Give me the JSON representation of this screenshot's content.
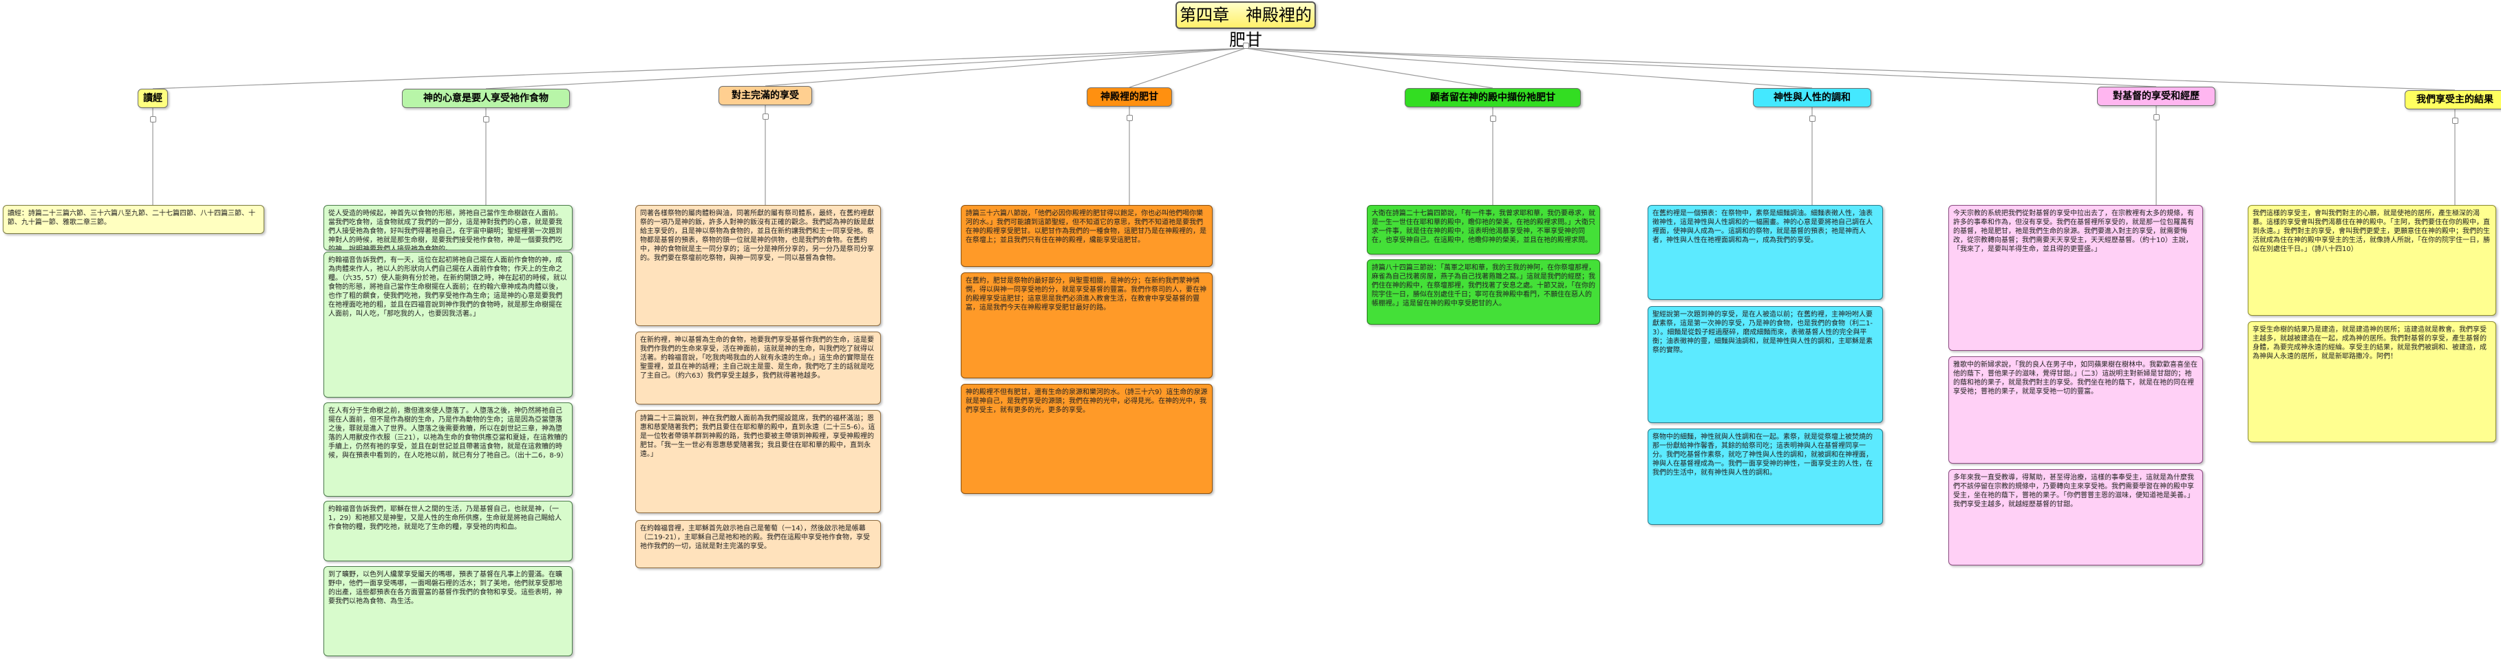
{
  "title": "第四章　神殿裡的肥甘",
  "categories": [
    {
      "id": "c0",
      "label": "讀經",
      "color": "#ffff80"
    },
    {
      "id": "c1",
      "label": "神的心意是要人享受祂作食物",
      "color": "#b8f5a8"
    },
    {
      "id": "c2",
      "label": "對主完滿的享受",
      "color": "#ffcf90"
    },
    {
      "id": "c3",
      "label": "神殿裡的肥甘",
      "color": "#ff9010"
    },
    {
      "id": "c4",
      "label": "願者留在神的殿中擷份祂肥甘",
      "color": "#33dd22"
    },
    {
      "id": "c5",
      "label": "神性與人性的調和",
      "color": "#44e8ff"
    },
    {
      "id": "c6",
      "label": "對基督的享受和經歷",
      "color": "#ffb6f0"
    },
    {
      "id": "c7",
      "label": "我們享受主的結果",
      "color": "#ffff60"
    }
  ],
  "notes": {
    "c0": [
      "讀經：詩篇二十三篇六節、三十六篇八至九節、二十七篇四節、八十四篇三節、十節、九十篇一節、雅歌二章三節。"
    ],
    "c1": [
      "從人受造的時候起，神首先以食物的形態，將祂自己當作生命樹啟在人面前。當我們吃食物，這食物就成了我們的一部分，這是神對我們的心意，就是要我們人接受祂為食物，好叫我們得著祂自己，在宇宙中顯明；聖經裡第一次題到神對人的時候，祂就是那生命樹，是要我們接受祂作食物，神是一個要我們吃的神，說明神要我們人接受祂為食物的。",
      "約翰福音告訴我們，有一天，這位在起初將祂自己擺在人面前作食物的神，成為肉體來作人，祂以人的形狀向人們自己擺在人面前作食物；作天上的生命之糧。（六35, 57）使人能夠有分於祂，在新約開頭之時，神在起初的時候，就以食物的形態，將祂自己當作生命樹擺在人面前；在約翰六章神成為肉體以後，也作了粗的饌食，使我們吃祂，我們享受祂作為生命；這是神的心意是要我們在祂裡面吃祂的粗，並且在四福音說到神作我們的食物時，就是那生命樹擺在人面前，叫人吃，「那吃我的人，也要因我活著。」",
      "在人有分于生命樹之前，撒但進來使人墮落了。人墮落之後，神仍然將祂自己擺在人面前，但不是作為樹的生命，乃是作為動物的生命；這是因為亞當墮落之後，罪就是進入了世界。人墮落之後需要救贖，所以在創世記三章，神為墮落的人用獸皮作衣服（三21），以祂為生命的食物供應亞當和夏娃，在這救贖的手續上，仍然有祂的享受，並且在創世記並且帶著這食物，就是在這救贖的時候，與在預表中看到的，在人吃祂以前，就已有分了祂自己。（出十二6，8-9）",
      "約翰福音告訴我們，耶穌在世人之間的生活，乃是基督自己，也就是神，（一1，29）和祂那又是神聖，又是人性的生命所供應，生命就是將祂自己賜給人作食物的糧，我們吃祂，就是吃了生命的糧，享受祂的肉和血。",
      "到了曠野，以色列人纔蒙享受屬天的嗎哪，預表了基督在凡事上的豐滿。在曠野中，他們一面享受嗎哪，一面喝磐石裡的活水；到了美地，他們就享受那地的出產，這些都預表在各方面豐富的基督作我們的食物和享受。這些表明，神要我們以祂為食物、為生活。"
    ],
    "c2": [
      "同著各樣祭物的屬肉體粉與油，同著所獻的屬有祭司體系，最終，在舊約裡獻祭的一項乃是神的飯，許多人對神的飯沒有正確的觀念。我們認為神的飯是獻給主享受的，且是神以祭物為食物的，並且在新約讓我們和主一同享受祂。祭物都是基督的預表，祭物的頭一位就是神的供物，也是我們的食物。在舊約中，神的食物就是主一同分享的；這一分是神所分享的，另一分乃是祭司分享的。我們要在祭壇前吃祭物，與神一同享受，一同以基督為食物。",
      "在新約裡，神以基督為生命的食物，祂要我們享受基督作我們的生命，這是要我們作我們的生命來享受，活在神面前，這就是神的生命，叫我們吃了就得以活著。約翰福音說，「吃我肉喝我血的人就有永遠的生命。」這生命的實際是在聖靈裡，並且在神的話裡；主自己說主是靈、是生命，我們吃了主的話就是吃了主自己。（約六63）我們享受主越多，我們就得著祂越多。",
      "詩篇二十三篇說到，神在我們敵人面前為我們擺設筵席，我們的福杯滿溢；恩惠和慈愛隨著我們；我們且要住在耶和華的殿中，直到永遠（二十三5-6）。這是一位牧者帶領羊群到神殿的路，我們也要被主帶領到神殿裡，享受神殿裡的肥甘。「我一生一世必有恩惠慈愛隨著我；我且要住在耶和華的殿中，直到永遠。」",
      "在約翰福音裡，主耶穌首先啟示祂自己是葡萄（一14），然後啟示祂是帳幕（二19-21），主耶穌自己是祂和祂的殿。我們在這殿中享受祂作食物，享受祂作我們的一切，這就是對主完滿的享受。"
    ],
    "c3": [
      "詩篇三十六篇八節說，「他們必因你殿裡的肥甘得以飽足，你也必叫他們喝你樂河的水。」我們可能讀到這節聖經，但不知道它的意思，我們不知道祂是要我們在神的殿裡享受肥甘。以肥甘作為我們的一種食物，這肥甘乃是在神殿裡的，是在祭壇上；並且我們只有住在神的殿裡，纔能享受這肥甘。",
      "在舊約，肥甘是祭物的最好部分，與聖靈相關，是神的分；在新約我們蒙神憐憫，得以與神一同享受祂的分，就是享受基督的豐富。我們作祭司的人，要在神的殿裡享受這肥甘；這意思是我們必須進入教會生活，在教會中享受基督的豐富，這是我們今天在神殿裡享受肥甘最好的路。",
      "神的殿裡不但有肥甘，還有生命的泉源和樂河的水。（詩三十六9）這生命的泉源就是神自己，是我們享受的源頭；我們在神的光中，必得見光。在神的光中，我們享受主，就有更多的光，更多的享受。"
    ],
    "c4": [
      "大衛在詩篇二十七篇四節說，「有一件事，我曾求耶和華，我仍要尋求，就是一生一世住在耶和華的殿中，瞻仰祂的榮美，在祂的殿裡求問。」大衛只求一件事，就是住在神的殿中，這表明他渴慕享受神，不單享受神的同在，也享受神自己。在這殿中，他瞻仰神的榮美，並且在祂的殿裡求問。",
      "詩篇八十四篇三節說：「萬軍之耶和華，我的王我的神阿，在你祭壇那裡，麻雀為自己找著房屋，燕子為自己找著菢雛之窩。」這就是我們的經歷；我們住在神的殿中，在祭壇那裡，我們找著了安息之處。十節又說，「在你的院宇住一日，勝似在別處住千日；寧可在我神殿中看門，不願住在惡人的帳棚裡。」這是留在神的殿中享受肥甘的人。"
    ],
    "c5": [
      "在舊約裡是一個預表：在祭物中，素祭是細麵調油。細麵表徵人性，油表徵神性，這是神性與人性調和的一幅圖畫。神的心意是要將祂自己調在人裡面，使神與人成為一。這調和的祭物，就是基督的預表；祂是神而人者，神性與人性在祂裡面調和為一，成為我們的享受。",
      "聖經說第一次題到神的享受，是在人被造以前；在舊約裡，主神吩咐人要獻素祭，這是第一次神的享受，乃是神的食物，也是我們的食物（利二1-3）。細麵是從穀子經過壓碎，磨成細麵而來，表徵基督人性的完全與平衡；油表徵神的靈，細麵與油調和，就是神性與人性的調和，主耶穌是素祭的實際。",
      "祭物中的細麵，神性就與人性調和在一起。素祭，就是從祭壇上被焚燒的那一份獻給神作馨香，其餘的給祭司吃；這表明神與人在基督裡同享一分。我們吃基督作素祭，就吃了神性與人性的調和，就被調和在神裡面，神與人在基督裡成為一。我們一面享受神的神性，一面享受主的人性，在我們的生活中，就有神性與人性的調和。"
    ],
    "c6": [
      "今天宗教的系統把我們從對基督的享受中拉出去了，在宗教裡有太多的規條，有許多的事奉和作為，但沒有享受。我們在基督裡所享受的，就是那一位包羅萬有的基督，祂是肥甘，祂是我們生命的泉源。我們要進入對主的享受，就需要悔改，從宗教轉向基督；我們需要天天享受主，天天經歷基督。（約十10）主說，「我來了，是要叫羊得生命，並且得的更豐盛。」",
      "雅歌中的新婦求說，「我的良人在男子中，如同蘋果樹在樹林中。我歡歡喜喜坐在他的蔭下，嘗他果子的滋味，覺得甘甜。」（二3）這說明主對新婦是甘甜的；祂的蔭和祂的果子，就是我們對主的享受。我們坐在祂的蔭下，就是在祂的同在裡享受祂；嘗祂的果子，就是享受祂一切的豐富。",
      "多年來我一直受教導，得幫助，甚至得治療，這樣的事奉受主，這就是為什麼我們不該停留在宗教的規條中，乃要轉向主來享受祂。我們需要學習在神的殿中享受主，坐在祂的蔭下，嘗祂的果子。「你們嘗嘗主恩的滋味，便知道祂是美善。」我們享受主越多，就越經歷基督的甘甜。"
    ],
    "c7": [
      "我們這樣的享受主，會叫我們對主的心願，就是使祂的居所，產生極深的渴慕。這樣的享受會叫我們渴慕住在神的殿中。「主阿，我們要住在你的殿中，直到永遠。」我們對主的享受，會叫我們更愛主，更願意住在神的殿中；我們的生活就成為住在神的殿中享受主的生活，就像詩人所說，「在你的院宇住一日，勝似在別處住千日。」（詩八十四10）",
      "享受生命樹的結果乃是建造，就是建造神的居所；這建造就是教會。我們享受主越多，就越被建造在一起，成為神的居所。我們對基督的享受，產生基督的身體，為要完成神永遠的經綸。享受主的結果，就是我們被調和、被建造，成為神與人永遠的居所，就是新耶路撒冷。阿們！"
    ]
  }
}
